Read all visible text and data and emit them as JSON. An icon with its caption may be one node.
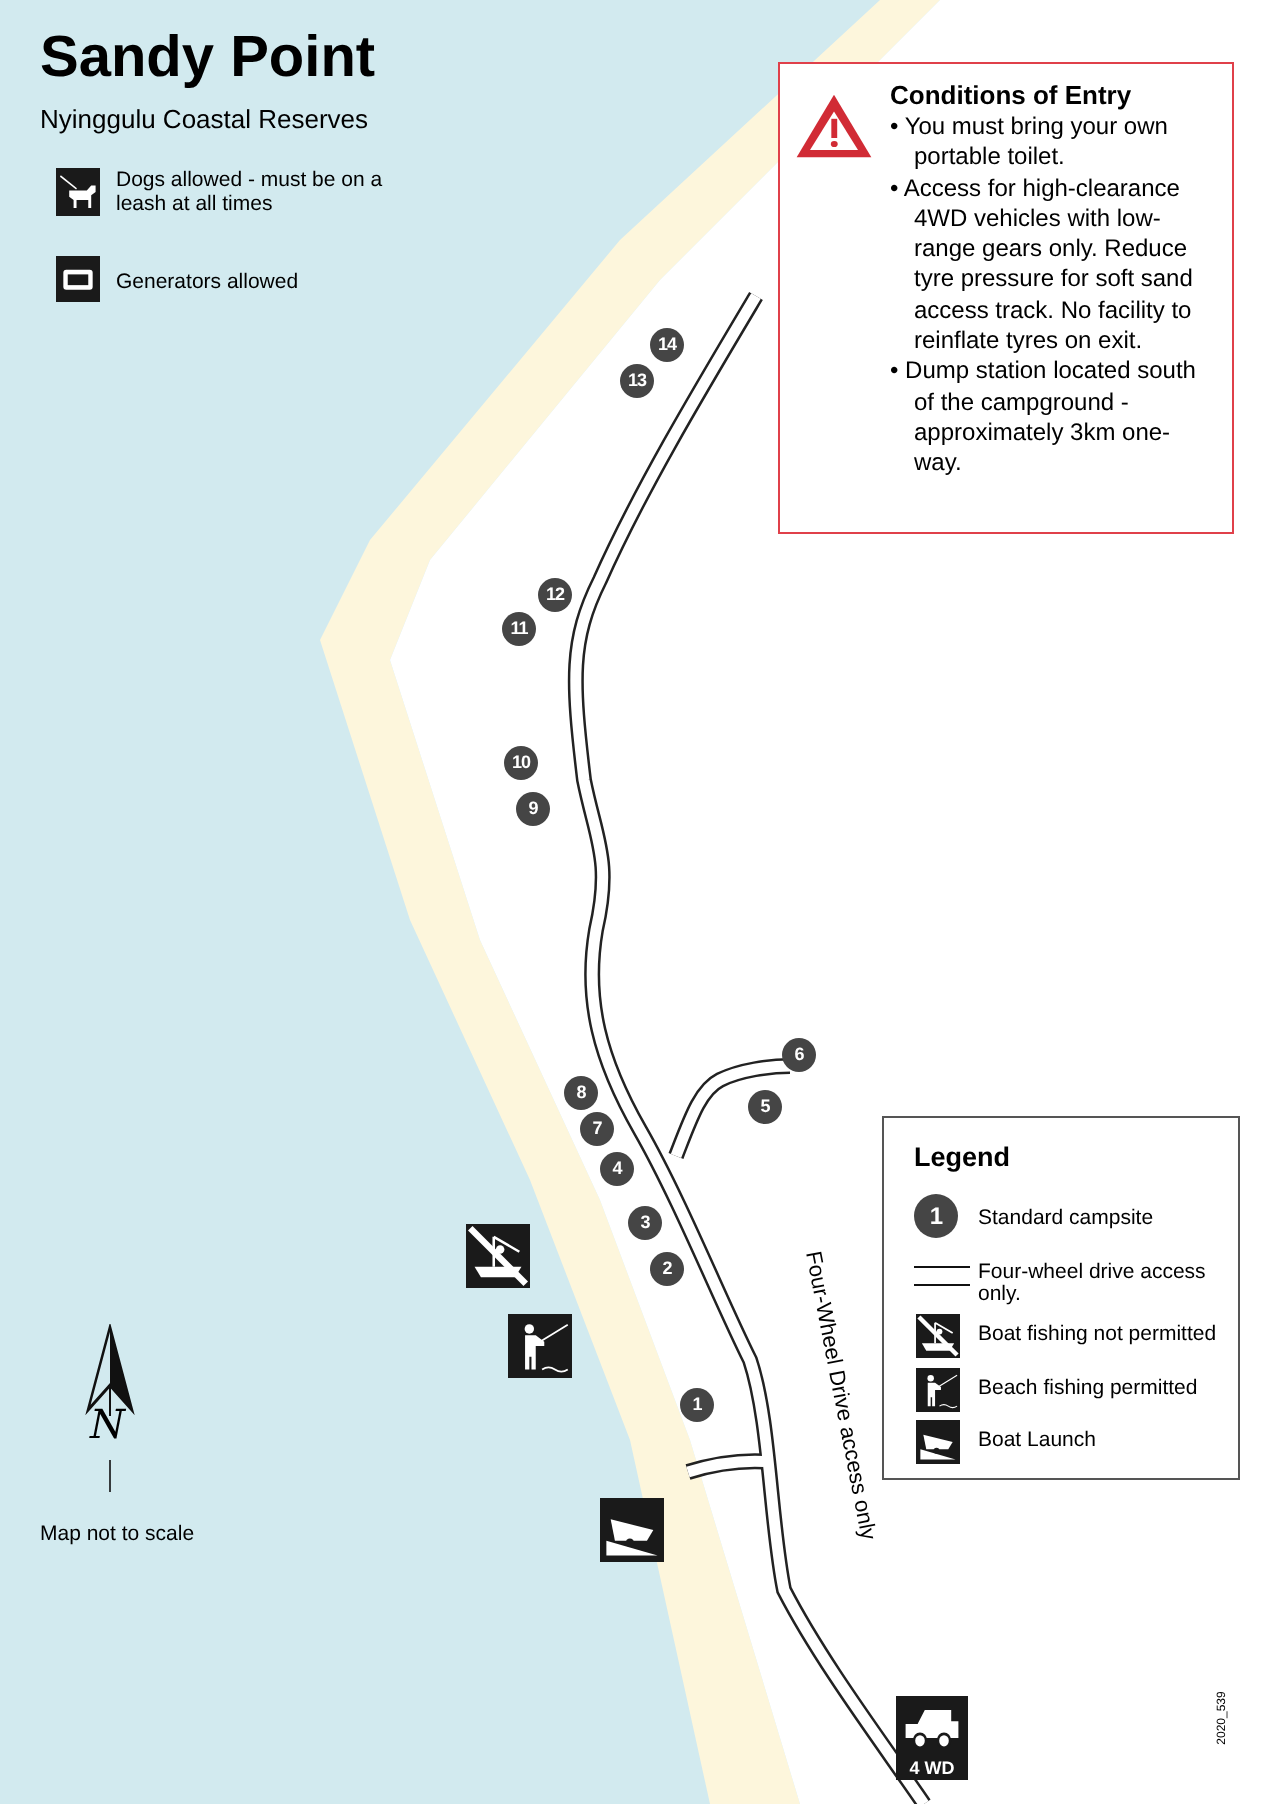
{
  "diagram": {
    "title": "Sandy Point",
    "nodes": [
      {
        "text": [
          "Conditions of Entry",
          "• You must bring your own portable toilet.",
          "• Access for high-clearance 4WD vehicles with low-range gears only. Reduce tyre pressure for soft sand access track. No facility to reinflate tyres on exit.",
          "• Dump station located south of the campground - approximately 3km one-way."
        ]
      }
    ],
    "labels": [
      "Nyinggulu Coastal Reserves",
      "Dogs allowed - must be on a leash at all times",
      "Generators allowed",
      "14",
      "13",
      "12",
      "11",
      "10",
      "9",
      "6",
      "8",
      "5",
      "7",
      "4",
      "3",
      "2",
      "Legend",
      "1",
      "Four-Wheel Drive access only",
      "1",
      "N",
      "Map not to scale",
      "4 WD",
      "2020_539"
    ],
    "legend": [
      {
        "text": "Standard campsite"
      },
      {
        "text": "Four-wheel drive access only."
      },
      {
        "text": "Boat fishing not permitted"
      },
      {
        "text": "Beach fishing permitted"
      },
      {
        "text": "Boat Launch"
      }
    ]
  }
}
